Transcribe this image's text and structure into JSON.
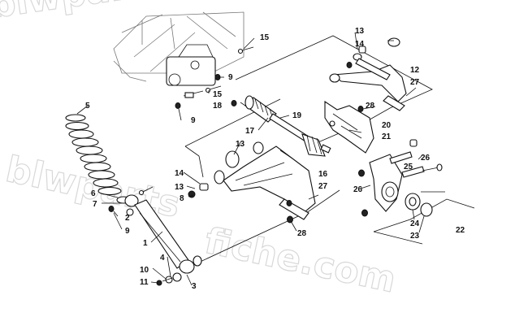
{
  "watermark": {
    "line1": "blwparts",
    "line2": "fiche.com"
  },
  "callouts": [
    {
      "id": "c15a",
      "label": "15"
    },
    {
      "id": "c13a",
      "label": "13"
    },
    {
      "id": "c14a",
      "label": "14"
    },
    {
      "id": "c9a",
      "label": "9"
    },
    {
      "id": "c15b",
      "label": "15"
    },
    {
      "id": "c18",
      "label": "18"
    },
    {
      "id": "c12",
      "label": "12"
    },
    {
      "id": "c27a",
      "label": "27"
    },
    {
      "id": "c5",
      "label": "5"
    },
    {
      "id": "c28a",
      "label": "28"
    },
    {
      "id": "c19",
      "label": "19"
    },
    {
      "id": "c9b",
      "label": "9"
    },
    {
      "id": "c20",
      "label": "20"
    },
    {
      "id": "c17",
      "label": "17"
    },
    {
      "id": "c21",
      "label": "21"
    },
    {
      "id": "c13b",
      "label": "13"
    },
    {
      "id": "c26a",
      "label": "26"
    },
    {
      "id": "c25",
      "label": "25"
    },
    {
      "id": "c14b",
      "label": "14"
    },
    {
      "id": "c16",
      "label": "16"
    },
    {
      "id": "c13c",
      "label": "13"
    },
    {
      "id": "c27b",
      "label": "27"
    },
    {
      "id": "c6",
      "label": "6"
    },
    {
      "id": "c8",
      "label": "8"
    },
    {
      "id": "c26b",
      "label": "26"
    },
    {
      "id": "c7",
      "label": "7"
    },
    {
      "id": "c2",
      "label": "2"
    },
    {
      "id": "c24",
      "label": "24"
    },
    {
      "id": "c9c",
      "label": "9"
    },
    {
      "id": "c28b",
      "label": "28"
    },
    {
      "id": "c23",
      "label": "23"
    },
    {
      "id": "c22",
      "label": "22"
    },
    {
      "id": "c1",
      "label": "1"
    },
    {
      "id": "c4",
      "label": "4"
    },
    {
      "id": "c10",
      "label": "10"
    },
    {
      "id": "c3",
      "label": "3"
    },
    {
      "id": "c11",
      "label": "11"
    }
  ]
}
